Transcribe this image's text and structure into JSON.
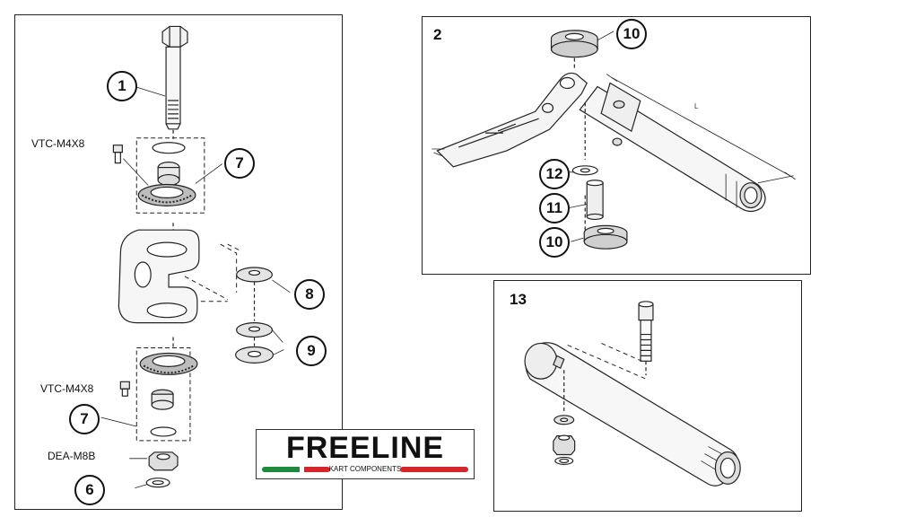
{
  "panels": [
    {
      "number": "",
      "refs": [
        {
          "num": "1"
        },
        {
          "num": "7"
        },
        {
          "num": "8"
        },
        {
          "num": "9"
        },
        {
          "num": "7"
        },
        {
          "num": "6"
        }
      ],
      "codes": [
        "VTC-M4X8",
        "VTC-M4X8",
        "DEA-M8B"
      ]
    },
    {
      "number": "2",
      "refs": [
        {
          "num": "10"
        },
        {
          "num": "12"
        },
        {
          "num": "11"
        },
        {
          "num": "10"
        }
      ],
      "dimension_label": "L"
    },
    {
      "number": "13",
      "refs": []
    }
  ],
  "logo": {
    "wordmark": "FREELINE",
    "tagline": "KART COMPONENTS",
    "colors": {
      "green": "#1e8a3c",
      "red": "#d7262b"
    }
  }
}
